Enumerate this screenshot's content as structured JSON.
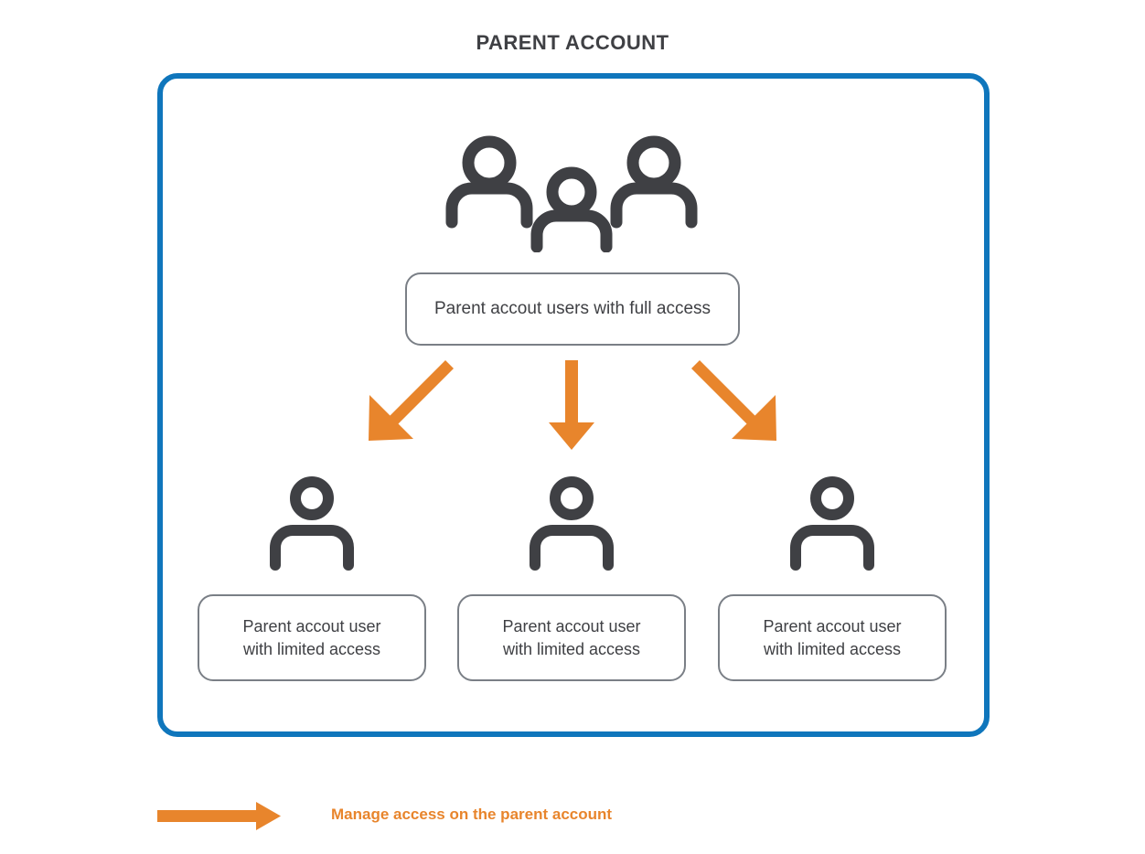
{
  "title": "PARENT ACCOUNT",
  "colors": {
    "container_border": "#0F76BC",
    "box_border": "#7A7F86",
    "icon": "#3F4044",
    "arrow": "#E8852C",
    "text": "#3F4044",
    "legend_text": "#E8852C",
    "background": "#FFFFFF"
  },
  "container": {
    "name": "parent-account-container"
  },
  "top_node": {
    "icon": "three-users-icon",
    "label": "Parent accout users with full access"
  },
  "leaf_nodes": [
    {
      "icon": "user-icon",
      "line1": "Parent accout user",
      "line2": "with limited access"
    },
    {
      "icon": "user-icon",
      "line1": "Parent accout user",
      "line2": "with limited access"
    },
    {
      "icon": "user-icon",
      "line1": "Parent accout user",
      "line2": "with limited access"
    }
  ],
  "arrows": [
    {
      "name": "arrow-to-left-user",
      "direction": "down-left"
    },
    {
      "name": "arrow-to-center-user",
      "direction": "down"
    },
    {
      "name": "arrow-to-right-user",
      "direction": "down-right"
    }
  ],
  "legend": {
    "icon": "right-arrow-icon",
    "label": "Manage access on the parent account"
  }
}
